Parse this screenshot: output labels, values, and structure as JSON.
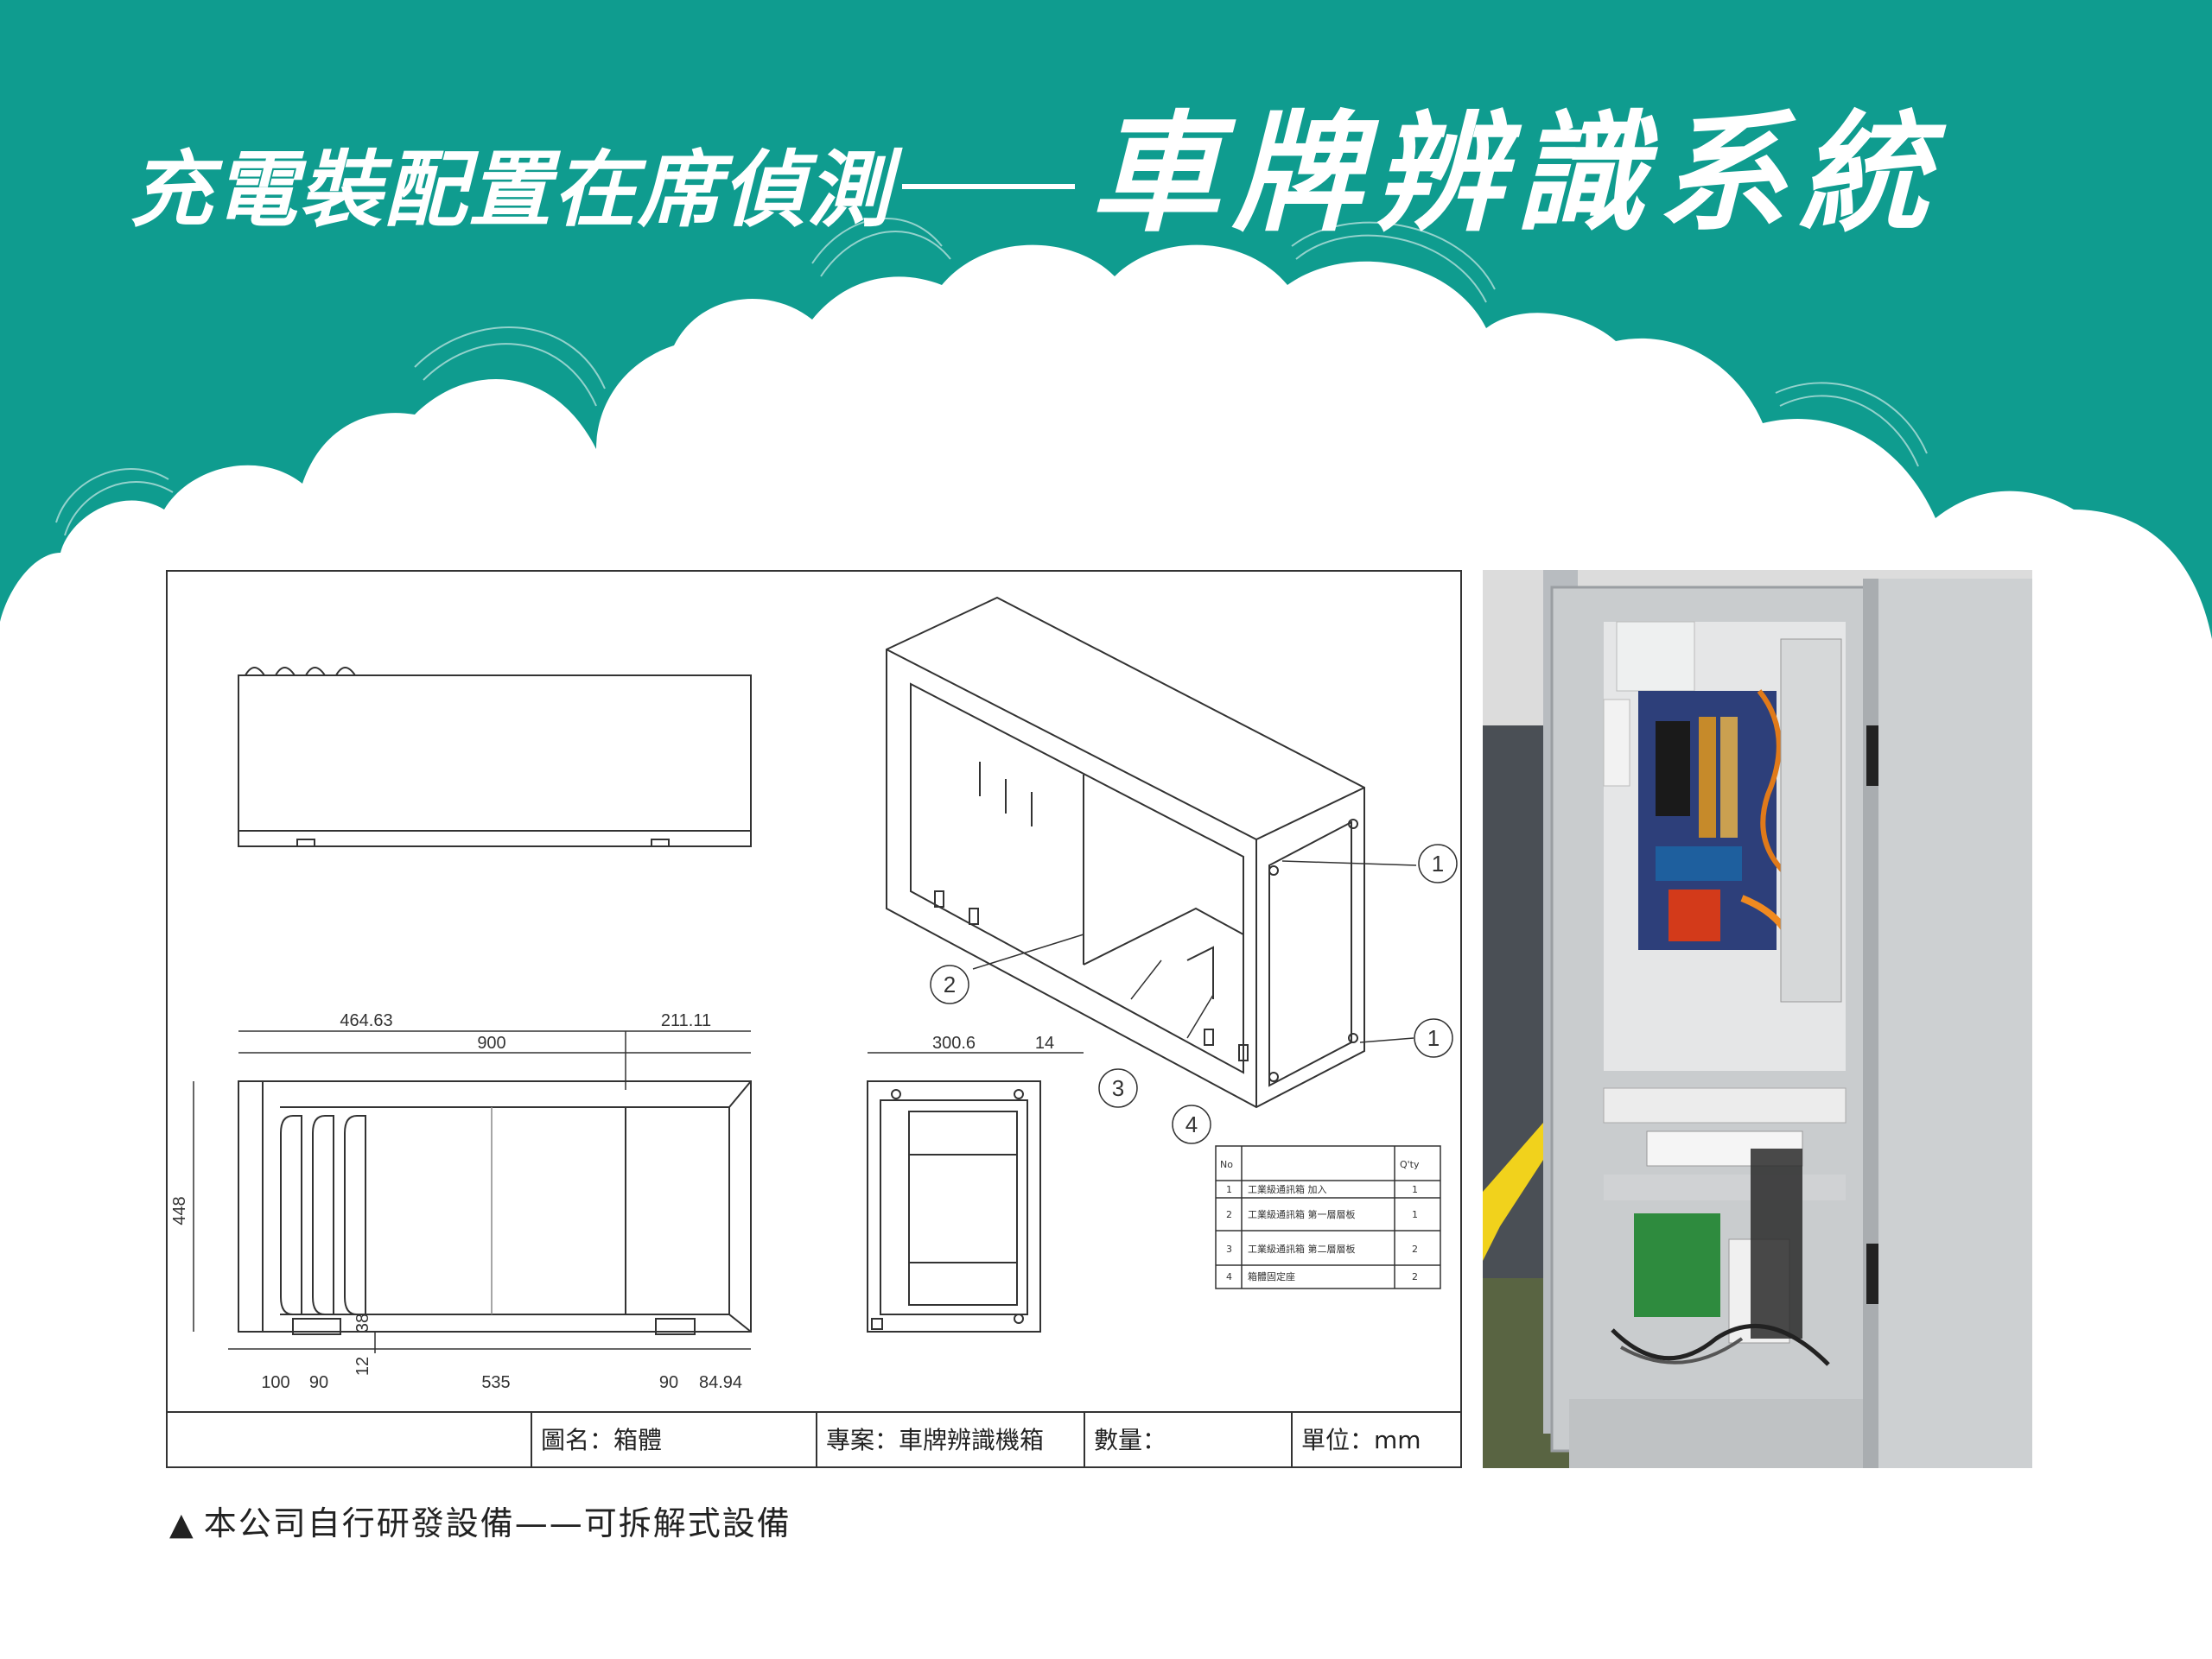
{
  "header": {
    "subtitle": "充電裝配置在席偵測",
    "title": "車牌辨識系統",
    "accent_color": "#0f9c8f"
  },
  "drawing": {
    "dimensions": {
      "d464": "464.63",
      "d211": "211.11",
      "d900": "900",
      "d448": "448",
      "d300": "300.6",
      "d14": "14",
      "d100": "100",
      "d90a": "90",
      "d535": "535",
      "d90b": "90",
      "d8494": "84.94",
      "d12": "12",
      "d38": "38"
    },
    "balloons": [
      "1",
      "2",
      "3",
      "4",
      "1"
    ],
    "parts_table": {
      "headers": [
        "No",
        "",
        "Q'ty"
      ],
      "rows": [
        {
          "no": "1",
          "desc": "工業級通訊箱 加入",
          "qty": "1"
        },
        {
          "no": "2",
          "desc": "工業級通訊箱 第一層層板",
          "qty": "1"
        },
        {
          "no": "3",
          "desc": "工業級通訊箱 第二層層板",
          "qty": "2"
        },
        {
          "no": "4",
          "desc": "箱體固定座",
          "qty": "2"
        }
      ]
    },
    "title_block": {
      "drawing_name": "圖名：箱體",
      "project": "專案：車牌辨識機箱",
      "quantity": "數量：",
      "unit": "單位：mm"
    }
  },
  "caption": {
    "icon": "triangle-icon",
    "text": "本公司自行研發設備——可拆解式設備"
  }
}
